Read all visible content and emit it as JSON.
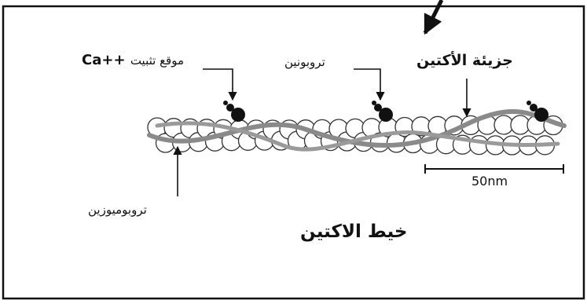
{
  "diagram": {
    "labels": {
      "calcium_site_arabic": "موقع تثبيت",
      "calcium_site_ion": "Ca++",
      "troponin": "تروبونين",
      "actin_molecule": "جزيئة الأكتين",
      "tropomyosin": "تروبوميوزين",
      "title": "خيط الاكتين",
      "scale_bar": "50nm"
    },
    "colors": {
      "frame": "#111111",
      "bead_fill": "#ffffff",
      "bead_stroke": "#333333",
      "strand": "#8a8a8a",
      "troponin": "#111111",
      "text": "#111111"
    }
  }
}
